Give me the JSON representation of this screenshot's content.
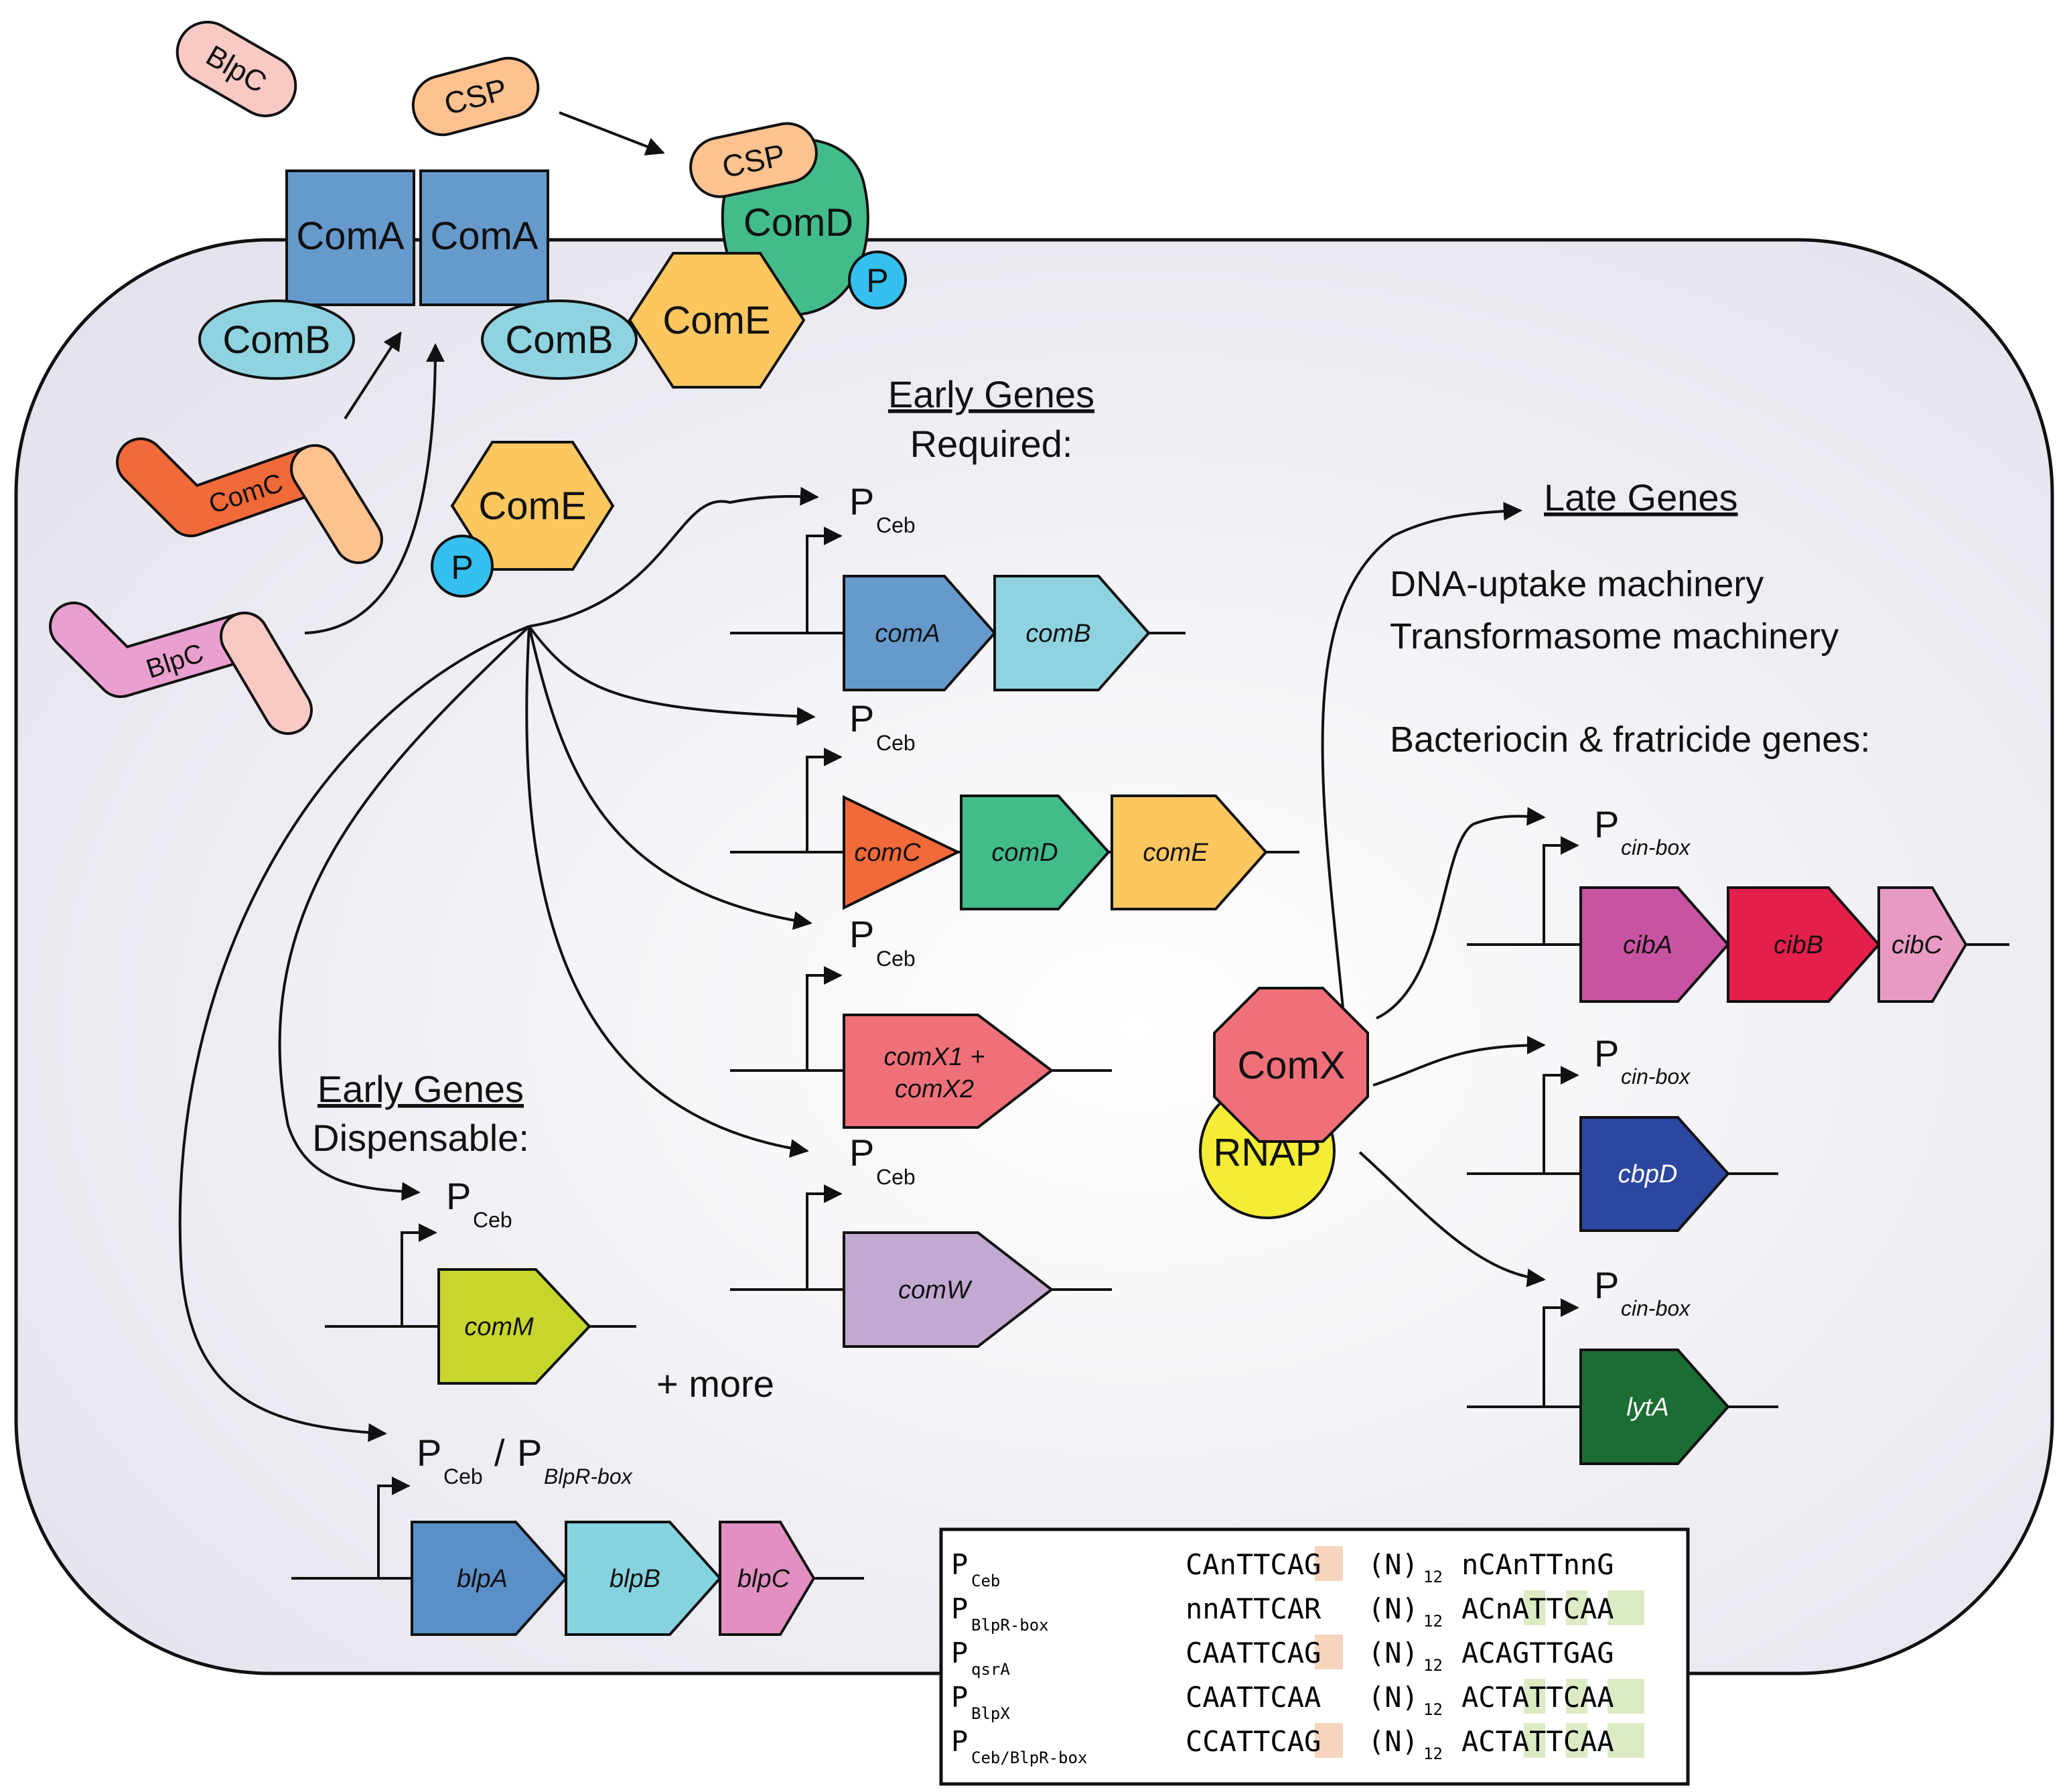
{
  "colors": {
    "cell": "#e6e4ee",
    "comA": "#6699cc",
    "comB": "#8fd3e0",
    "comC": "#f26a3a",
    "comD": "#43bc8c",
    "comE": "#fdc760",
    "comX_gene": "#f0707a",
    "comW": "#c2a9d2",
    "comM": "#c7d62c",
    "blpA": "#5b8fc8",
    "blpB": "#86d3e0",
    "blpC": "#e28fc1",
    "cibA": "#c953a3",
    "cibB": "#e41f4b",
    "cibC": "#e89ac4",
    "cbpD": "#2c47a0",
    "lytA": "#1c6d33",
    "phospho": "#35c0ef",
    "csp": "#fdc290",
    "blpC_peptide": "#f9c9c4",
    "comX": "#f0707a",
    "rnap": "#f4ec35",
    "hl_orange": "#f7d4bd",
    "hl_green": "#dcebc4"
  },
  "proteins": {
    "blpc_extra": "BlpC",
    "csp_free": "CSP",
    "csp_bound": "CSP",
    "comA_left": "ComA",
    "comA_right": "ComA",
    "comB_left": "ComB",
    "comB_right": "ComB",
    "comD": "ComD",
    "comE_membrane": "ComE",
    "phospho_membrane": "P",
    "comC_precursor": "ComC",
    "blpC_precursor": "BlpC",
    "comE_cyto": "ComE",
    "phospho_cyto": "P",
    "comX": "ComX",
    "rnap": "RNAP"
  },
  "sections": {
    "early_required_title": "Early Genes",
    "early_required_sub": "Required:",
    "early_dispensable_title": "Early Genes",
    "early_dispensable_sub": "Dispensable:",
    "late_title": "Late Genes",
    "late_line1": "DNA-uptake machinery",
    "late_line2": "Transformasome machinery",
    "late_line3": "Bacteriocin & fratricide genes:",
    "more": "+ more"
  },
  "promoters": {
    "P": "P",
    "ceb": "Ceb",
    "cinbox": "cin-box",
    "slash": "/",
    "blprbox": "BlpR-box"
  },
  "genes": {
    "comA": "comA",
    "comB": "comB",
    "comC": "comC",
    "comD": "comD",
    "comE": "comE",
    "comX1": "comX1 +",
    "comX2": "comX2",
    "comW": "comW",
    "comM": "comM",
    "blpA": "blpA",
    "blpB": "blpB",
    "blpC": "blpC",
    "cibA": "cibA",
    "cibB": "cibB",
    "cibC": "cibC",
    "cbpD": "cbpD",
    "lytA": "lytA"
  },
  "motif_table": {
    "rows": [
      {
        "promoter": "P",
        "sub": "Ceb",
        "left": "CAnTTCAG",
        "gap": "(N)",
        "gap_sub": "12",
        "right": "nCAnTTnnG"
      },
      {
        "promoter": "P",
        "sub": "BlpR-box",
        "left": "nnATTCAR",
        "gap": "(N)",
        "gap_sub": "12",
        "right": "ACnATTCAA"
      },
      {
        "promoter": "P",
        "sub": "qsrA",
        "left": "CAATTCAG",
        "gap": "(N)",
        "gap_sub": "12",
        "right": "ACAGTTGAG"
      },
      {
        "promoter": "P",
        "sub": "BlpX",
        "left": "CAATTCAA",
        "gap": "(N)",
        "gap_sub": "12",
        "right": "ACTATTCAA"
      },
      {
        "promoter": "P",
        "sub": "Ceb/BlpR-box",
        "left": "CCATTCAG",
        "gap": "(N)",
        "gap_sub": "12",
        "right": "ACTATTCAA"
      }
    ]
  }
}
